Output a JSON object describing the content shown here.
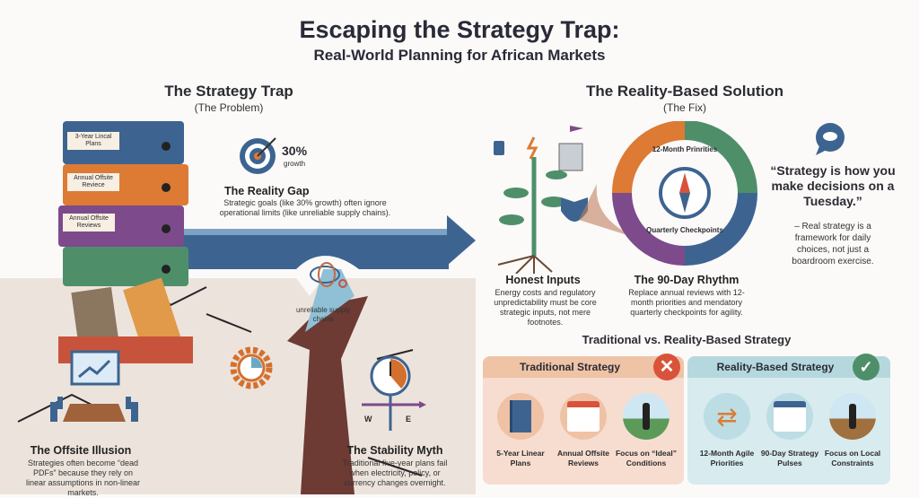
{
  "title": "Escaping the Strategy Trap:",
  "subtitle": "Real-World Planning for African Markets",
  "problem": {
    "heading": "The Strategy Trap",
    "subheading": "(The Problem)",
    "book_labels": [
      "3-Year Lincal Plans",
      "Annual Offsite Reviece",
      "Annual Offsite Reviews"
    ],
    "target_value": "30%",
    "target_unit": "growth",
    "reality_gap": {
      "heading": "The Reality Gap",
      "text": "Strategic goals (like 30% growth) often ignore operational limits (like unreliable supply chains)."
    },
    "knot_label": "unreliable supply chains",
    "offsite": {
      "heading": "The Offsite Illusion",
      "text": "Strategies often become “dead PDFs” because they rely on linear assumptions in non-linear markets."
    },
    "stability": {
      "heading": "The Stability Myth",
      "text": "Traditional five-year plans fail when electricity, policy, or currency changes overnight.",
      "compass_w": "W",
      "compass_e": "E"
    }
  },
  "solution": {
    "heading": "The Reality-Based Solution",
    "subheading": "(The Fix)",
    "cycle_top": "12-Month Prinrities",
    "cycle_bottom": "Quarterly Checkpoints",
    "honest": {
      "heading": "Honest Inputs",
      "text": "Energy costs and regulatory unpredictability must be core strategic inputs, not mere footnotes."
    },
    "rhythm": {
      "heading": "The 90-Day Rhythm",
      "text": "Replace annual reviews with 12-month priorities and mendatory quarterly checkpoints for agility."
    },
    "quote": "“Strategy is how you make decisions on a Tuesday.”",
    "quote_note": "– Real strategy is a framework for daily choices, not just a boardroom exercise."
  },
  "comparison": {
    "heading": "Traditional vs. Reality-Based Strategy",
    "traditional": {
      "title": "Traditional Strategy",
      "status": "cross",
      "items": [
        "5-Year Linear Plans",
        "Annual Offsite Reviews",
        "Focus on “Ideal” Conditions"
      ]
    },
    "reality": {
      "title": "Reality-Based Strategy",
      "status": "check",
      "items": [
        "12-Month Agile Priorities",
        "90-Day Strategy Pulses",
        "Focus on Local Constraints"
      ]
    }
  },
  "colors": {
    "blue": "#3d6491",
    "orange": "#dd7a34",
    "green": "#4e8f6a",
    "purple": "#7d4a8c",
    "red": "#d9533b",
    "trad_bg": "#f7ddd0",
    "trad_band": "#efc3a6",
    "real_bg": "#d8ebee",
    "real_band": "#b5d8de"
  }
}
